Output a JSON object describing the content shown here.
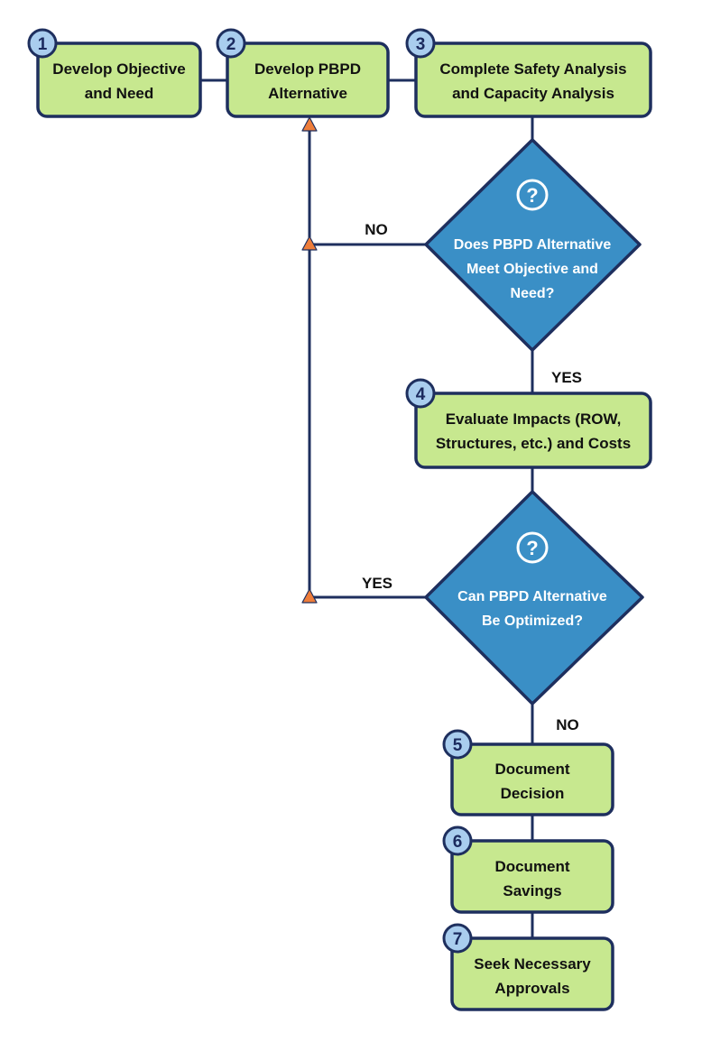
{
  "colors": {
    "line": "#1e2f5e",
    "box_fill": "#c7e88f",
    "diamond_fill": "#3a8fc6",
    "badge_fill": "#a9cdee",
    "arrow": "#ee7d3a"
  },
  "steps": [
    {
      "num": "1",
      "lines": [
        "Develop Objective",
        "and Need"
      ]
    },
    {
      "num": "2",
      "lines": [
        "Develop PBPD",
        "Alternative"
      ]
    },
    {
      "num": "3",
      "lines": [
        "Complete Safety Analysis",
        "and Capacity Analysis"
      ]
    },
    {
      "num": "4",
      "lines": [
        "Evaluate Impacts (ROW,",
        "Structures, etc.) and Costs"
      ]
    },
    {
      "num": "5",
      "lines": [
        "Document",
        "Decision"
      ]
    },
    {
      "num": "6",
      "lines": [
        "Document",
        "Savings"
      ]
    },
    {
      "num": "7",
      "lines": [
        "Seek Necessary",
        "Approvals"
      ]
    }
  ],
  "decisions": [
    {
      "icon": "?",
      "lines": [
        "Does PBPD Alternative",
        "Meet Objective and",
        "Need?"
      ]
    },
    {
      "icon": "?",
      "lines": [
        "Can PBPD Alternative",
        "Be Optimized?"
      ]
    }
  ],
  "labels": {
    "d1_no": "NO",
    "d1_yes": "YES",
    "d2_yes": "YES",
    "d2_no": "NO"
  }
}
